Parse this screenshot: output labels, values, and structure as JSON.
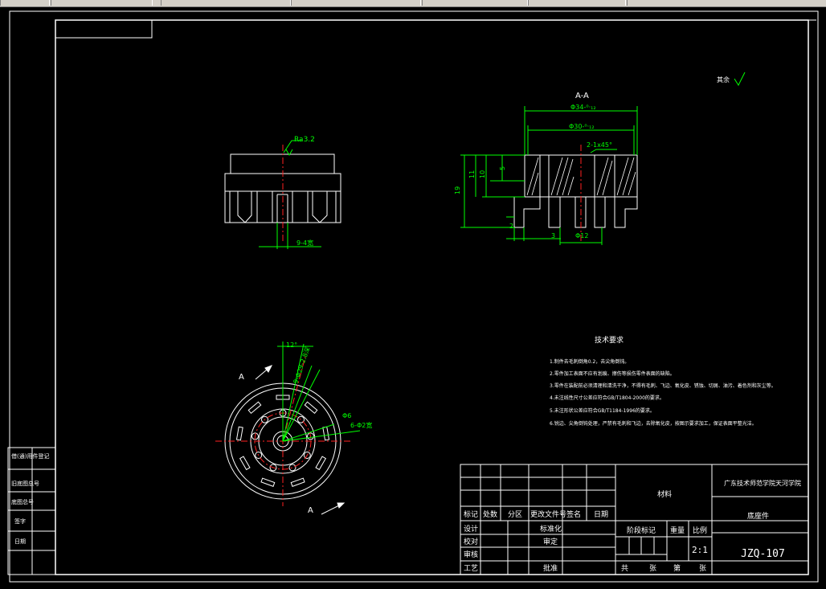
{
  "colors": {
    "background": "#000000",
    "frame": "#ffffff",
    "dimension": "#00ff00",
    "centerline": "#ff2020",
    "section_text": "#ffffff"
  },
  "view_section": {
    "label": "A-A",
    "dim_outer": "Φ34-⁰·₁₂",
    "dim_inner": "Φ30-⁰·₁₂",
    "chamfer": "2-1x45°",
    "dim_5": "5",
    "dim_11": "11",
    "dim_10": "10",
    "dim_19": "19",
    "dim_2": "2",
    "dim_3": "3",
    "dim_bore": "Φ12"
  },
  "view_front": {
    "roughness": "Ra3.2",
    "dim_slots": "9-4宽"
  },
  "view_top": {
    "angle": "12°",
    "holes_a": "9-2.8深",
    "holes_b": "9-Φ2",
    "dim_6": "Φ6",
    "dim_slots": "6-Φ2宽",
    "section_mark_1": "A",
    "section_mark_2": "A"
  },
  "roughness_other": "其余",
  "tech_req": {
    "title": "技术要求",
    "items": [
      "1.制件去毛刺倒角0.2，去尖角倒钝。",
      "2.零件加工表面不应有划痕、擦伤等损伤零件表面的缺陷。",
      "3.零件在装配前必须清理和清洗干净，不得有毛刺、飞边、氧化皮、锈蚀、切屑、油污、着色剂和灰尘等。",
      "4.未注线性尺寸公差应符合GB/T1804-2000的要求。",
      "5.未注形状公差应符合GB/T1184-1996的要求。",
      "6.锐边、尖角倒钝处理，严禁有毛刺和飞边，去除氧化皮，按图示要求加工，保证表面平整光洁。"
    ]
  },
  "left_block": [
    "借(通)用件登记",
    "旧底图总号",
    "底图总号",
    "签字",
    "日期"
  ],
  "title_block": {
    "labels_row": [
      "标记",
      "处数",
      "分区",
      "更改文件号",
      "签名",
      "日期"
    ],
    "left_rows": [
      "设计",
      "校对",
      "审核",
      "工艺"
    ],
    "mid_labels": [
      "标准化",
      "审定",
      "批准"
    ],
    "material": "材料",
    "stage": "阶段标记",
    "weight": "重量",
    "scale": "比例",
    "scale_value": "2:1",
    "sheets": [
      "共",
      "张",
      "第",
      "张"
    ],
    "school": "广东技术师范学院天河学院",
    "part_name": "底座件",
    "drawing_no": "JZQ-107"
  }
}
